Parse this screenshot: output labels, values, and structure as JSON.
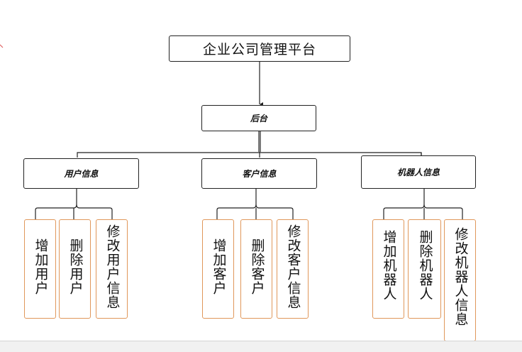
{
  "root": {
    "label": "企业公司管理平台"
  },
  "backend": {
    "label": "后台"
  },
  "groups": [
    {
      "label": "用户信息",
      "items": [
        "增加用户",
        "删除用户",
        "修改用户信息"
      ]
    },
    {
      "label": "客户信息",
      "items": [
        "增加客户",
        "删除客户",
        "修改客户信息"
      ]
    },
    {
      "label": "机器人信息",
      "items": [
        "增加机器人",
        "删除机器人",
        "修改机器人信息"
      ]
    }
  ],
  "colors": {
    "line": "#222222",
    "leaf_border": "#e0975a"
  }
}
